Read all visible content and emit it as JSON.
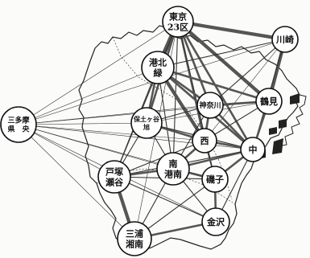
{
  "map": {
    "colors": {
      "background": "#fbfbf9",
      "coast": "#222222",
      "node_fill": "#ffffff",
      "node_stroke": "#111111",
      "link_thin": "#333333",
      "link_thick": "#555555",
      "text": "#111111"
    },
    "nodes": [
      {
        "id": "tokyo23",
        "lines": [
          "東京",
          "23区"
        ]
      },
      {
        "id": "kawasaki",
        "lines": [
          "川崎"
        ]
      },
      {
        "id": "kohoku",
        "lines": [
          "港北",
          "緑"
        ]
      },
      {
        "id": "tsurumi",
        "lines": [
          "鶴見"
        ]
      },
      {
        "id": "kanagawa",
        "lines": [
          "神奈川"
        ]
      },
      {
        "id": "hodogaya",
        "lines": [
          "保土ヶ谷",
          "旭"
        ]
      },
      {
        "id": "nishi",
        "lines": [
          "西"
        ]
      },
      {
        "id": "naka",
        "lines": [
          "中"
        ]
      },
      {
        "id": "santama",
        "lines": [
          "三多摩",
          "県　央"
        ]
      },
      {
        "id": "konan",
        "lines": [
          "南",
          "港南"
        ]
      },
      {
        "id": "totsuka",
        "lines": [
          "戸塚",
          "瀬谷"
        ]
      },
      {
        "id": "isogo",
        "lines": [
          "磯子"
        ]
      },
      {
        "id": "kanazawa",
        "lines": [
          "金沢"
        ]
      },
      {
        "id": "miura",
        "lines": [
          "三浦",
          "湘南"
        ]
      }
    ],
    "links": [
      {
        "a": "tokyo23",
        "b": "kawasaki",
        "weight": 4
      },
      {
        "a": "tokyo23",
        "b": "kohoku",
        "weight": 5
      },
      {
        "a": "tokyo23",
        "b": "tsurumi",
        "weight": 4
      },
      {
        "a": "tokyo23",
        "b": "kanagawa",
        "weight": 3
      },
      {
        "a": "tokyo23",
        "b": "hodogaya",
        "weight": 3
      },
      {
        "a": "tokyo23",
        "b": "nishi",
        "weight": 3
      },
      {
        "a": "tokyo23",
        "b": "naka",
        "weight": 3
      },
      {
        "a": "tokyo23",
        "b": "konan",
        "weight": 2
      },
      {
        "a": "tokyo23",
        "b": "totsuka",
        "weight": 2
      },
      {
        "a": "tokyo23",
        "b": "isogo",
        "weight": 2
      },
      {
        "a": "tokyo23",
        "b": "santama",
        "weight": 1
      },
      {
        "a": "tokyo23",
        "b": "miura",
        "weight": 1
      },
      {
        "a": "kawasaki",
        "b": "tsurumi",
        "weight": 4
      },
      {
        "a": "kawasaki",
        "b": "kohoku",
        "weight": 2
      },
      {
        "a": "kawasaki",
        "b": "kanagawa",
        "weight": 2
      },
      {
        "a": "kawasaki",
        "b": "naka",
        "weight": 2
      },
      {
        "a": "kawasaki",
        "b": "nishi",
        "weight": 1
      },
      {
        "a": "kohoku",
        "b": "kanagawa",
        "weight": 3
      },
      {
        "a": "kohoku",
        "b": "hodogaya",
        "weight": 3
      },
      {
        "a": "kohoku",
        "b": "nishi",
        "weight": 4
      },
      {
        "a": "kohoku",
        "b": "naka",
        "weight": 3
      },
      {
        "a": "kohoku",
        "b": "tsurumi",
        "weight": 3
      },
      {
        "a": "kohoku",
        "b": "totsuka",
        "weight": 2
      },
      {
        "a": "kohoku",
        "b": "konan",
        "weight": 2
      },
      {
        "a": "kohoku",
        "b": "santama",
        "weight": 1
      },
      {
        "a": "tsurumi",
        "b": "kanagawa",
        "weight": 3
      },
      {
        "a": "tsurumi",
        "b": "naka",
        "weight": 3
      },
      {
        "a": "tsurumi",
        "b": "nishi",
        "weight": 2
      },
      {
        "a": "tsurumi",
        "b": "hodogaya",
        "weight": 1
      },
      {
        "a": "kanagawa",
        "b": "nishi",
        "weight": 3
      },
      {
        "a": "kanagawa",
        "b": "naka",
        "weight": 3
      },
      {
        "a": "kanagawa",
        "b": "hodogaya",
        "weight": 2
      },
      {
        "a": "kanagawa",
        "b": "konan",
        "weight": 2
      },
      {
        "a": "hodogaya",
        "b": "nishi",
        "weight": 3
      },
      {
        "a": "hodogaya",
        "b": "naka",
        "weight": 2
      },
      {
        "a": "hodogaya",
        "b": "totsuka",
        "weight": 2
      },
      {
        "a": "hodogaya",
        "b": "konan",
        "weight": 2
      },
      {
        "a": "hodogaya",
        "b": "santama",
        "weight": 1
      },
      {
        "a": "nishi",
        "b": "naka",
        "weight": 3
      },
      {
        "a": "nishi",
        "b": "konan",
        "weight": 3
      },
      {
        "a": "nishi",
        "b": "isogo",
        "weight": 2
      },
      {
        "a": "nishi",
        "b": "totsuka",
        "weight": 2
      },
      {
        "a": "naka",
        "b": "konan",
        "weight": 3
      },
      {
        "a": "naka",
        "b": "isogo",
        "weight": 3
      },
      {
        "a": "naka",
        "b": "totsuka",
        "weight": 2
      },
      {
        "a": "naka",
        "b": "kanazawa",
        "weight": 2
      },
      {
        "a": "konan",
        "b": "isogo",
        "weight": 3
      },
      {
        "a": "konan",
        "b": "totsuka",
        "weight": 3
      },
      {
        "a": "konan",
        "b": "kanazawa",
        "weight": 2
      },
      {
        "a": "konan",
        "b": "miura",
        "weight": 2
      },
      {
        "a": "totsuka",
        "b": "miura",
        "weight": 4
      },
      {
        "a": "totsuka",
        "b": "isogo",
        "weight": 2
      },
      {
        "a": "totsuka",
        "b": "kanazawa",
        "weight": 2
      },
      {
        "a": "totsuka",
        "b": "santama",
        "weight": 1
      },
      {
        "a": "isogo",
        "b": "kanazawa",
        "weight": 3
      },
      {
        "a": "isogo",
        "b": "miura",
        "weight": 2
      },
      {
        "a": "kanazawa",
        "b": "miura",
        "weight": 3
      },
      {
        "a": "santama",
        "b": "konan",
        "weight": 1
      },
      {
        "a": "santama",
        "b": "nishi",
        "weight": 1
      },
      {
        "a": "santama",
        "b": "naka",
        "weight": 1
      },
      {
        "a": "santama",
        "b": "kanagawa",
        "weight": 1
      },
      {
        "a": "santama",
        "b": "isogo",
        "weight": 1
      },
      {
        "a": "santama",
        "b": "miura",
        "weight": 1
      },
      {
        "a": "santama",
        "b": "kanazawa",
        "weight": 1
      },
      {
        "a": "santama",
        "b": "tsurumi",
        "weight": 1
      },
      {
        "a": "santama",
        "b": "kawasaki",
        "weight": 1
      }
    ]
  }
}
